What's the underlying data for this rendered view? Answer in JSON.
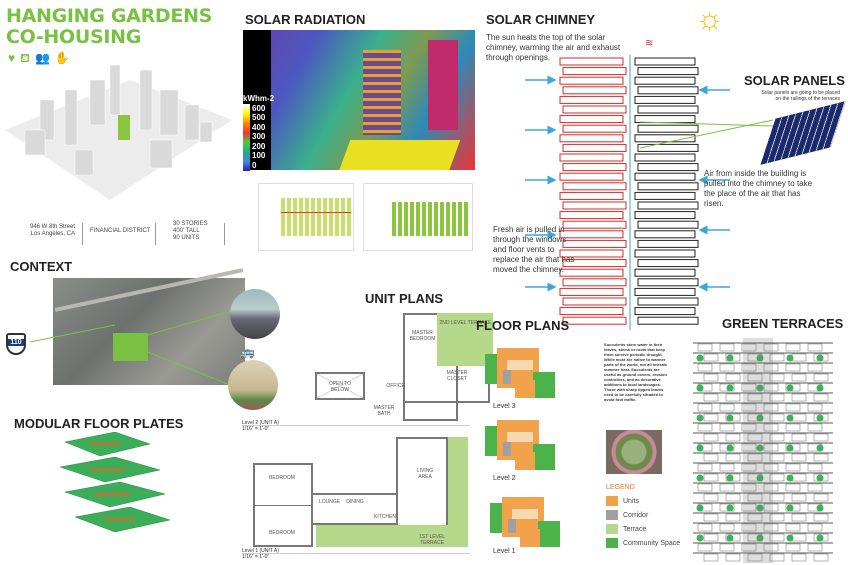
{
  "header": {
    "title_line1": "HANGING GARDENS",
    "title_line2": "CO-HOUSING",
    "icons": [
      "heart-pulse-icon",
      "basket-icon",
      "people-icon",
      "handshake-icon"
    ]
  },
  "info": {
    "address_line1": "946 W 8th Street",
    "address_line2": "Los Angeles, CA",
    "district": "FINANCIAL DISTRICT",
    "stories": "30 STORIES",
    "height": "400' TALL",
    "units": "90 UNITS"
  },
  "context": {
    "title": "CONTEXT",
    "highway": "110"
  },
  "modular": {
    "title": "MODULAR FLOOR PLATES"
  },
  "solar_radiation": {
    "title": "SOLAR RADIATION",
    "legend_unit": "kWhm-2",
    "legend_ticks": [
      "600",
      "500",
      "400",
      "300",
      "200",
      "100",
      "0"
    ]
  },
  "unit_plans": {
    "title": "UNIT PLANS",
    "level2": {
      "rooms": [
        "MASTER BEDROOM",
        "2ND LEVEL TERRACE",
        "MASTER CLOSET",
        "OPEN TO BELOW",
        "OFFICE",
        "MASTER BATH"
      ],
      "caption": "Level 2 (UNIT A)",
      "scale": "1/16\" = 1'-0\""
    },
    "level1": {
      "rooms": [
        "BEDROOM",
        "BEDROOM",
        "LOUNGE",
        "DINING",
        "LIVING AREA",
        "KITCHEN",
        "1ST LEVEL TERRACE"
      ],
      "caption": "Level 1 (UNIT A)",
      "scale": "1/16\" = 1'-0\""
    }
  },
  "solar_chimney": {
    "title": "SOLAR CHIMNEY",
    "intro": "The sun heats the top of the solar chimney, warming the air and exhaust through openings.",
    "air_inside": "Air from inside the building is pulled into the chimney to take the place of the air that has risen.",
    "fresh_air": "Fresh air is pulled in through the windows and floor vents to replace the air that has moved the chimney."
  },
  "solar_panels": {
    "title": "SOLAR PANELS",
    "text": "Solar panels are going to be placed on the railings of the terraces"
  },
  "floor_plans": {
    "title": "FLOOR PLANS",
    "levels": [
      "Level 3",
      "Level 2",
      "Level 1"
    ]
  },
  "succulents": {
    "text": "Succulents store water in their leaves, stems or roots that keep them survive periodic drought. While most are native to warmer parts of the world, not all tolerate summer heat. Succulents are useful as ground covers, erosion controllers, and as decorative additions to local landscapes. Those with sharp tipped leaves need to be carefully situated to avoid foot traffic."
  },
  "legend": {
    "title": "LEGEND",
    "items": [
      {
        "label": "Units",
        "color": "#f2a24a"
      },
      {
        "label": "Corridor",
        "color": "#a0a0a0"
      },
      {
        "label": "Terrace",
        "color": "#b5d98a"
      },
      {
        "label": "Community Space",
        "color": "#4cb34a"
      }
    ]
  },
  "green_terraces": {
    "title": "GREEN TERRACES"
  },
  "colors": {
    "accent": "#7ac143",
    "chimney_red": "#d42a2a",
    "arrow_blue": "#3aa6df"
  }
}
